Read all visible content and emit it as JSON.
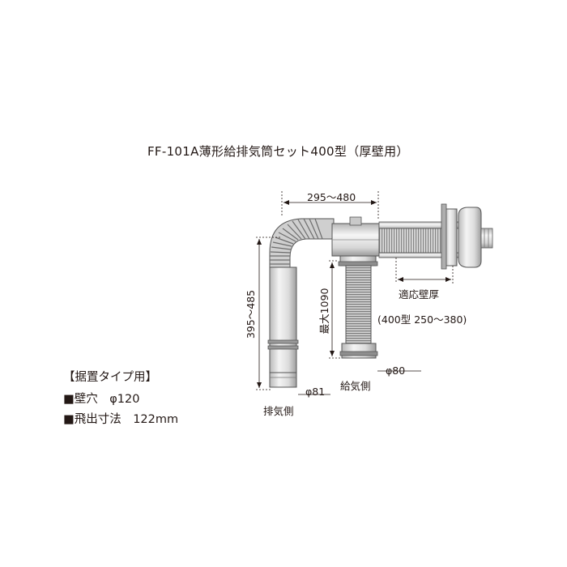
{
  "title": "FF-101A薄形給排気筒セット400型（厚壁用）",
  "specs": {
    "heading": "【据置タイプ用】",
    "wall_hole": "■壁穴　φ120",
    "protrusion": "■飛出寸法　122mm"
  },
  "dimensions": {
    "horizontal_length": "295～480",
    "exhaust_height": "395～485",
    "intake_height_max": "最大1090",
    "wall_thickness_label": "適応壁厚",
    "wall_thickness_range": "(400型 250～380)",
    "exhaust_diameter": "φ81",
    "intake_diameter": "φ80"
  },
  "labels": {
    "exhaust_side": "排気側",
    "intake_side": "給気側"
  }
}
